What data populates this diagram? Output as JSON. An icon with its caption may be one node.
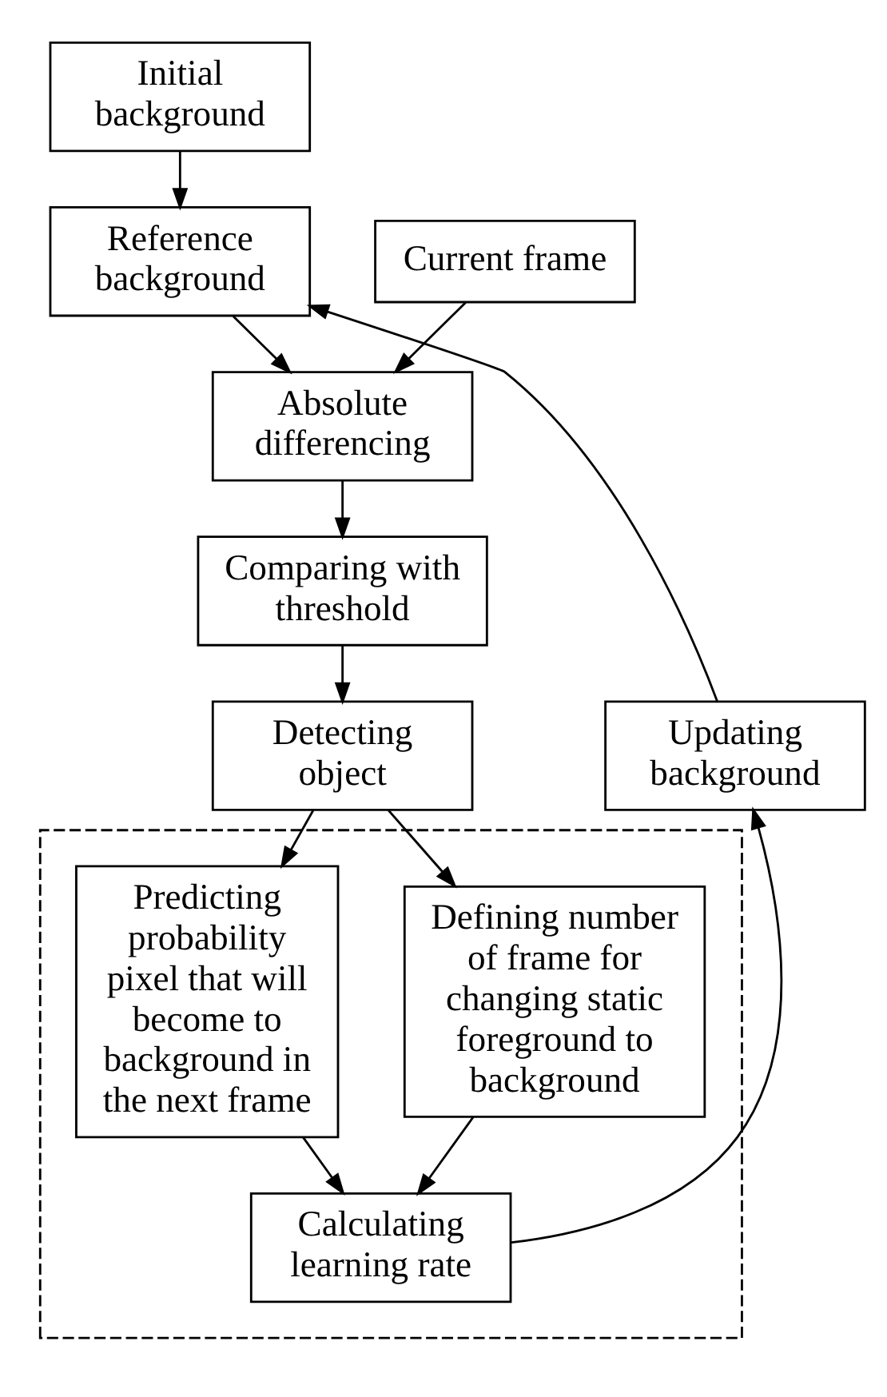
{
  "diagram": {
    "nodes": [
      {
        "text": [
          "Initial background"
        ]
      },
      {
        "text": [
          "Reference background"
        ]
      },
      {
        "text": [
          "Current frame"
        ]
      },
      {
        "text": [
          "Absolute differencing"
        ]
      },
      {
        "text": [
          "Comparing with threshold"
        ]
      },
      {
        "text": [
          "Detecting object"
        ]
      },
      {
        "text": [
          "Updating background"
        ]
      },
      {
        "text": [],
        "shape": "box"
      },
      {
        "text": [
          "Defining number of frame for changing static foreground to background"
        ],
        "in": 7
      },
      {
        "text": [
          "Predicting probability pixel that will become to background in the next frame"
        ],
        "in": 7
      },
      {
        "text": [
          "Calculating learning rate"
        ],
        "in": 7
      }
    ],
    "edges": [
      {
        "from": 0,
        "to": 1,
        "arrow": "to"
      },
      {
        "from": 1,
        "to": 3,
        "arrow": "to"
      },
      {
        "from": 2,
        "to": 3,
        "arrow": "to"
      },
      {
        "from": 3,
        "to": 4,
        "arrow": "to"
      },
      {
        "from": 4,
        "to": 5,
        "arrow": "to"
      },
      {
        "from": 5,
        "to": 8,
        "arrow": "to"
      },
      {
        "from": 5,
        "to": 9,
        "arrow": "to"
      },
      {
        "from": 8,
        "to": 10,
        "arrow": "to"
      },
      {
        "from": 9,
        "to": 10,
        "arrow": "to"
      },
      {
        "from": 10,
        "to": 6,
        "arrow": "to"
      },
      {
        "from": 6,
        "to": 1,
        "arrow": "to"
      }
    ]
  }
}
